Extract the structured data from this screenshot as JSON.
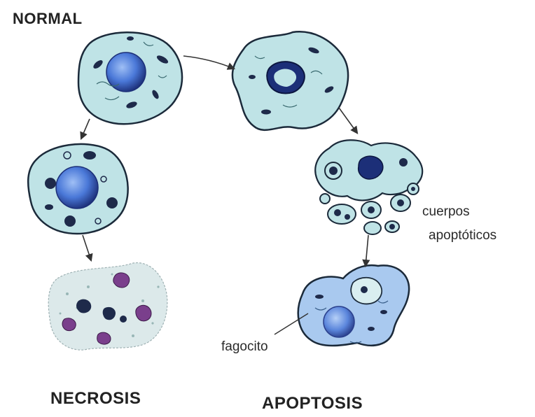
{
  "labels": {
    "normal": "NORMAL",
    "necrosis": "NECROSIS",
    "apoptosis": "APOPTOSIS",
    "apoptotic_bodies_line1": "cuerpos",
    "apoptotic_bodies_line2": "apoptóticos",
    "phagocyte": "fagocito"
  },
  "colors": {
    "cytoplasm": "#bfe3e6",
    "cytoplasm_edge": "#1b2a3a",
    "nucleus": "#4a78d8",
    "nucleus_dark": "#1c2f78",
    "organelle": "#1e2a4a",
    "phagocyte_cytoplasm": "#a9c9ef",
    "necrotic_fragment": "#7a3f8c"
  }
}
